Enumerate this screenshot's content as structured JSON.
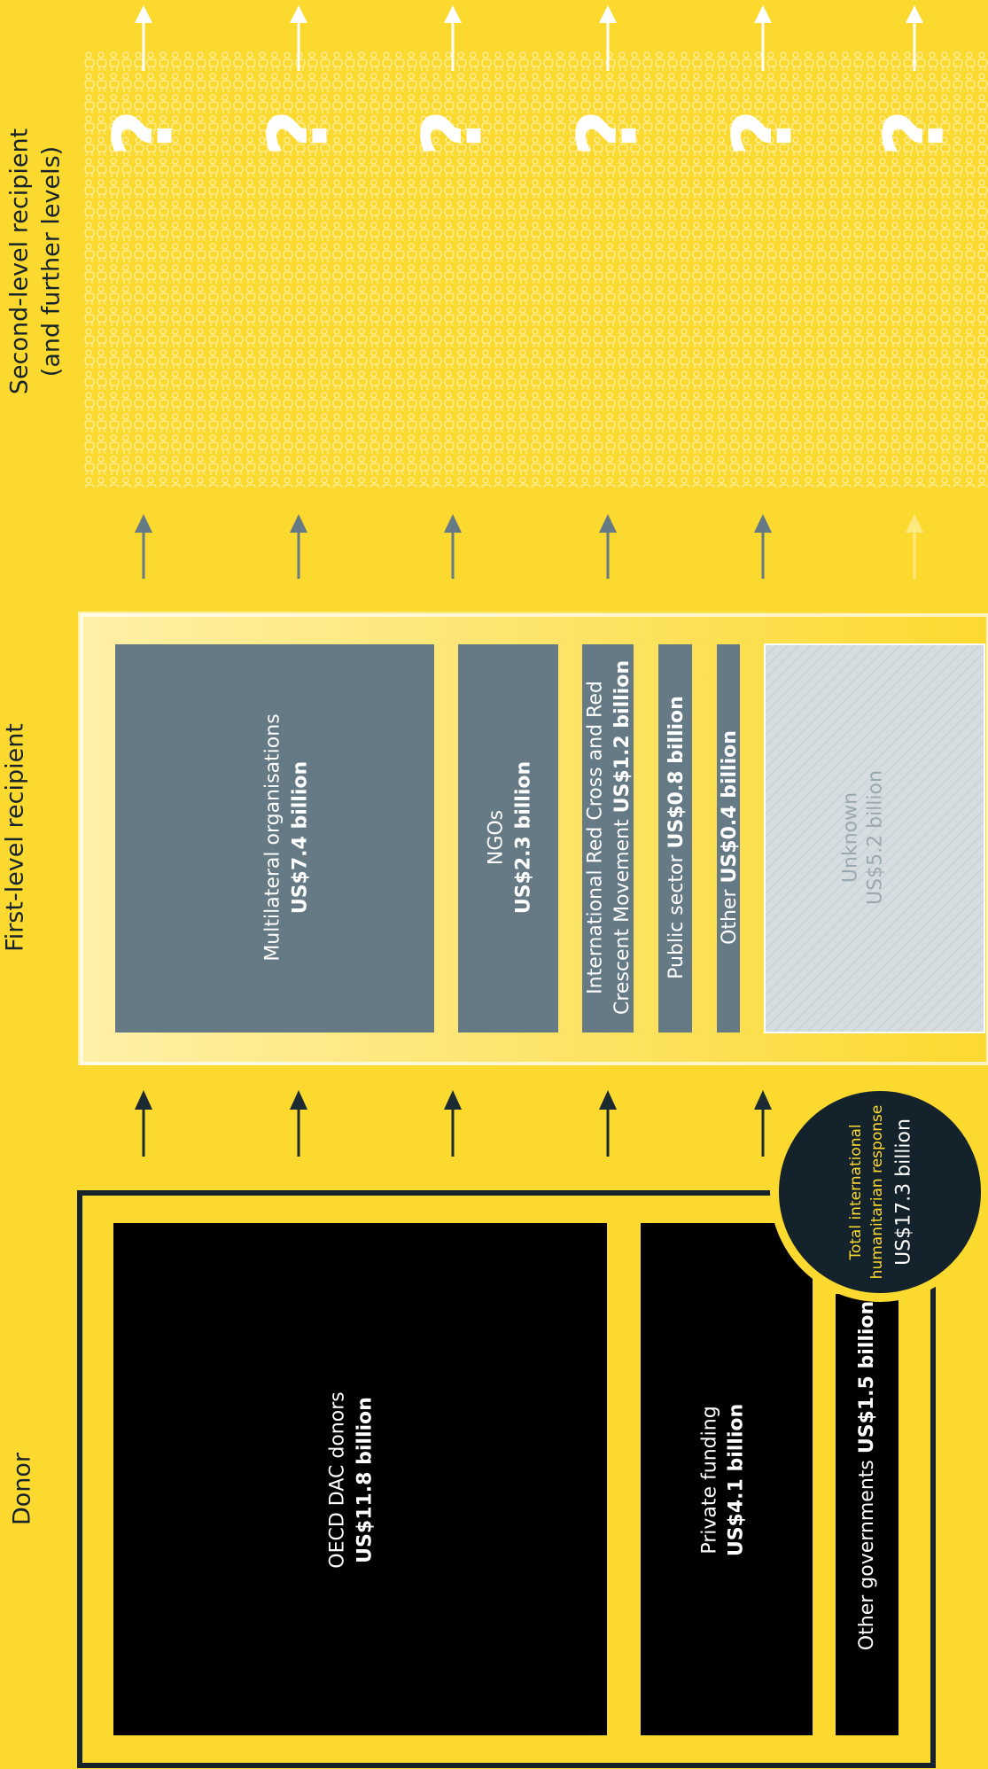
{
  "colors": {
    "background": "#fcd92f",
    "donor_box": "#000000",
    "recipient_box": "#657a85",
    "unknown_box": "#d6dde1",
    "dark_text": "#17232a",
    "circle": "#14232b",
    "circle_title": "#fcd92f",
    "white": "#ffffff",
    "arrow_dark": "#1c2a31",
    "arrow_grey": "#657a85"
  },
  "sections": {
    "donor": "Donor",
    "first_level": "First-level recipient",
    "second_level_line1": "Second-level recipient",
    "second_level_line2": "(and further levels)"
  },
  "donors": [
    {
      "name": "OECD DAC donors",
      "amount": "US$11.8 billion"
    },
    {
      "name": "Private funding",
      "amount": "US$4.1 billion"
    },
    {
      "name": "Other governments",
      "amount": "US$1.5 billion"
    }
  ],
  "total": {
    "title_line1": "Total international",
    "title_line2": "humanitarian response",
    "amount": "US$17.3 billion"
  },
  "recipients": [
    {
      "name": "Multilateral organisations",
      "amount": "US$7.4 billion"
    },
    {
      "name": "NGOs",
      "amount": "US$2.3 billion"
    },
    {
      "name_line1": "International Red Cross and Red",
      "name_line2": "Crescent Movement",
      "amount": "US$1.2 billion"
    },
    {
      "name": "Public sector",
      "amount": "US$0.8 billion"
    },
    {
      "name": "Other",
      "amount": "US$0.4 billion"
    },
    {
      "name": "Unknown",
      "amount": "US$5.2 billion"
    }
  ],
  "unknown_mark": "?",
  "icons": {
    "flow_arrow": "arrow-up-icon",
    "people": "people-icon",
    "question": "question-mark-icon"
  }
}
